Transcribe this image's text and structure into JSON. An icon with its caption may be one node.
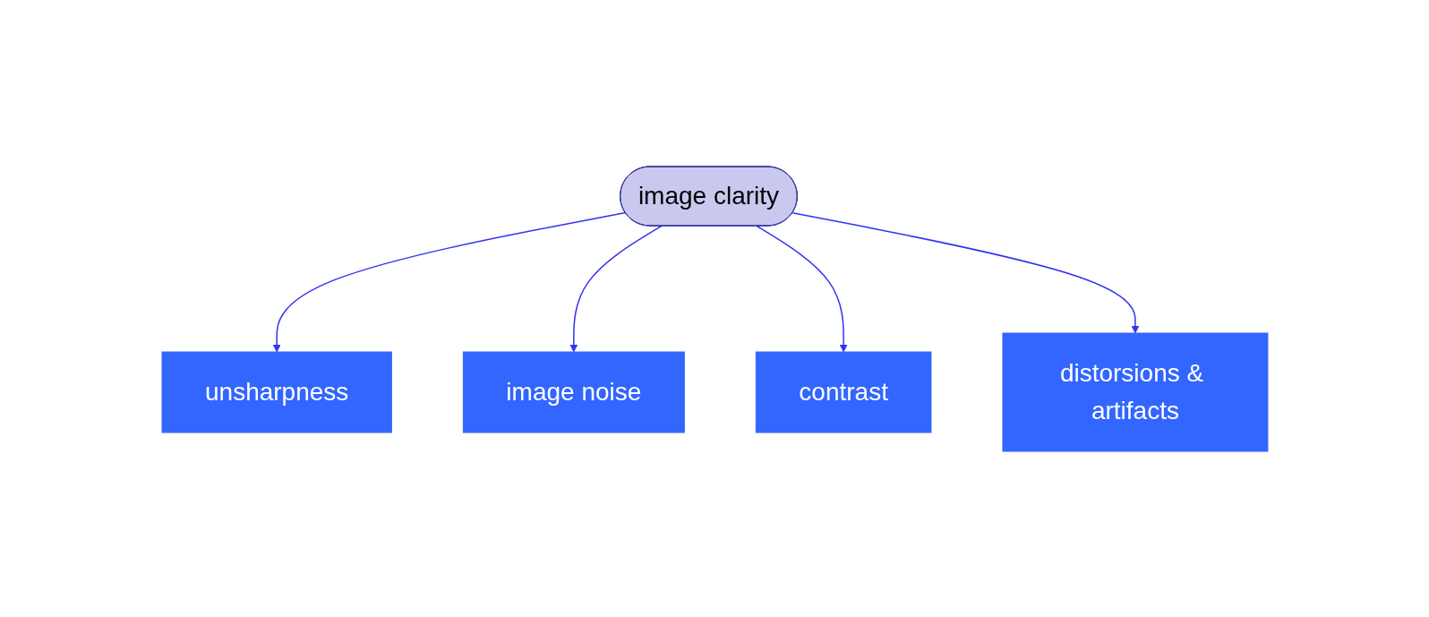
{
  "diagram": {
    "nodes": [
      {
        "text": [
          "unsharpness"
        ]
      },
      {
        "text": [
          "image noise"
        ]
      },
      {
        "text": [
          "image clarity"
        ]
      },
      {
        "text": [
          "contrast"
        ]
      },
      {
        "text": [
          "distorsions & artifacts"
        ]
      }
    ],
    "edges": [
      {
        "from": 2,
        "to": 0,
        "arrow": "to"
      },
      {
        "from": 2,
        "to": 1,
        "arrow": "to"
      },
      {
        "from": 2,
        "to": 3,
        "arrow": "to"
      },
      {
        "from": 2,
        "to": 4,
        "arrow": "to"
      }
    ]
  }
}
